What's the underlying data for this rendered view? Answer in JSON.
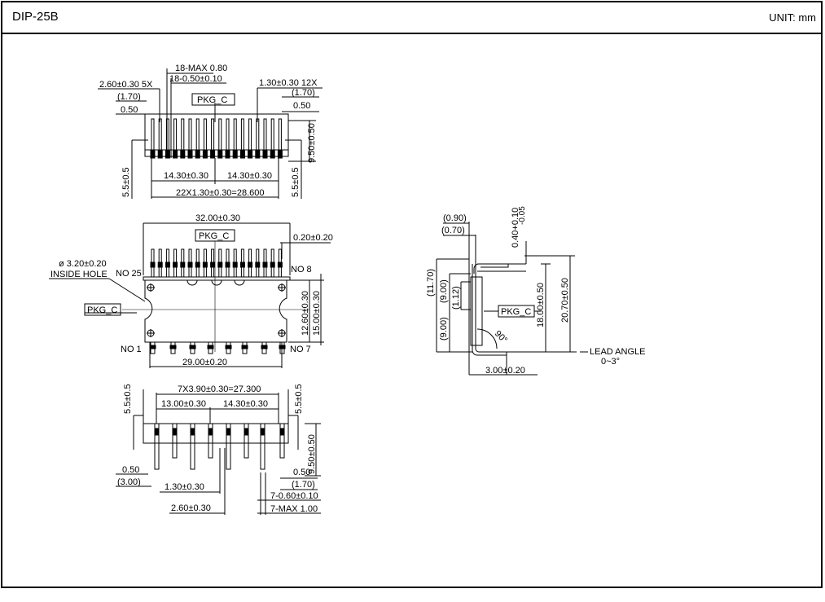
{
  "header": {
    "package_name": "DIP-25B",
    "unit_label": "UNIT: mm"
  },
  "top_view": {
    "dims": {
      "max_pitch": "18-MAX 0.80",
      "pin_width": "18-0.50±0.10",
      "left_pitch": "2.60±0.30 5X",
      "left_170": "(1.70)",
      "left_050": "0.50",
      "right_pitch": "1.30±0.30 12X",
      "right_170": "(1.70)",
      "right_050": "0.50",
      "pkg_label": "PKG_C",
      "height_950": "9.50±0.50",
      "left_55": "5.5±0.5",
      "right_55": "5.5±0.5",
      "span_a": "14.30±0.30",
      "span_b": "14.30±0.30",
      "total_span": "22X1.30±0.30=28.600"
    }
  },
  "middle_view": {
    "dims": {
      "width_32": "32.00±0.30",
      "pkg_label": "PKG_C",
      "gap_020": "0.20±0.20",
      "hole_dia": "ø 3.20±0.20",
      "hole_label": "INSIDE HOLE",
      "no25": "NO 25",
      "no8": "NO 8",
      "no1": "NO 1",
      "no7": "NO 7",
      "pkg_side": "PKG_C",
      "h_1260": "12.60±0.30",
      "h_1500": "15.00±0.30",
      "width_29": "29.00±0.20"
    }
  },
  "bottom_view": {
    "dims": {
      "left_55": "5.5±0.5",
      "right_55": "5.5±0.5",
      "pitch_total": "7X3.90±0.30=27.300",
      "span_13": "13.00±0.30",
      "span_1430": "14.30±0.30",
      "height_950": "9.50±0.50",
      "left_050": "0.50",
      "left_300": "(3.00)",
      "right_050": "0.50",
      "right_170": "(1.70)",
      "pitch_130": "1.30±0.30",
      "pitch_260": "2.60±0.30",
      "pin_width": "7-0.60±0.10",
      "max_pitch": "7-MAX 1.00"
    }
  },
  "side_view": {
    "dims": {
      "d_090": "(0.90)",
      "d_070": "(0.70)",
      "thickness": "0.40+0.10",
      "thickness_tol": "-0.05",
      "d_1170": "(11.70)",
      "d_900a": "(9.00)",
      "d_112": "(1.12)",
      "d_900b": "(9.00)",
      "pkg_label": "PKG_C",
      "h_1800": "18.00±0.50",
      "h_2070": "20.70±0.50",
      "angle_90": "90°",
      "lead_angle": "LEAD ANGLE",
      "lead_angle_range": "0~3°",
      "d_300": "3.00±0.20"
    }
  }
}
